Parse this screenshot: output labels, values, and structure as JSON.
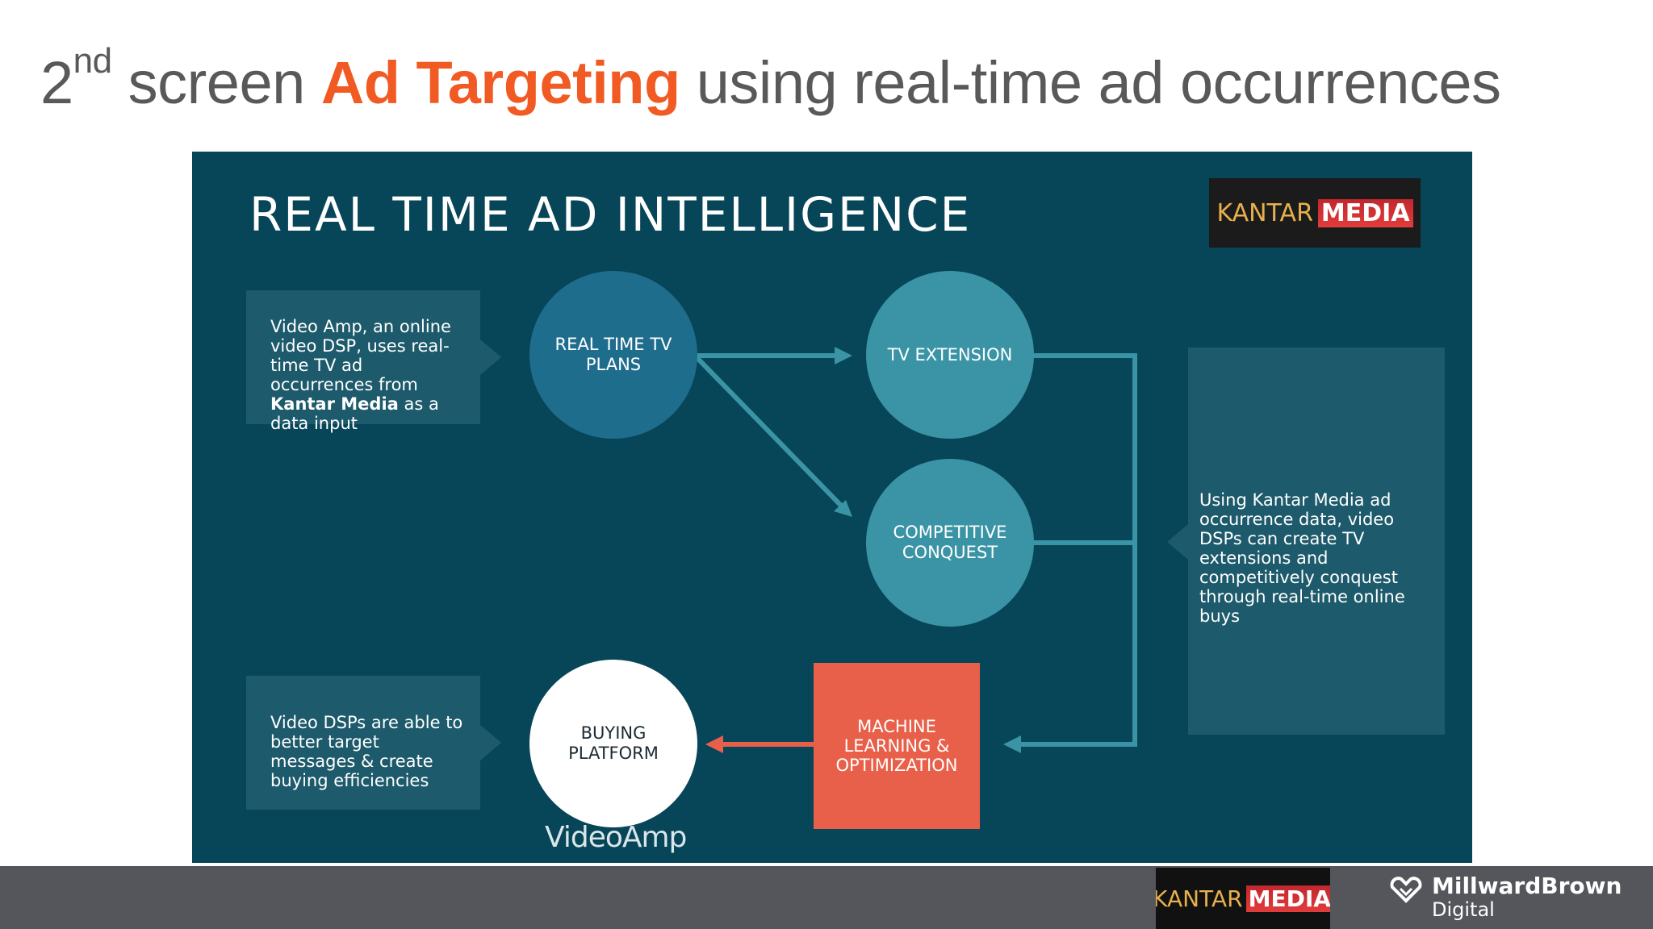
{
  "slide": {
    "title": {
      "ordinal": "2",
      "ordinal_suffix": "nd",
      "word_screen": " screen ",
      "highlight": "Ad Targeting",
      "rest": " using real-time ad occurrences"
    }
  },
  "diagram": {
    "panel_title": "REAL TIME AD INTELLIGENCE",
    "logo": {
      "kantar": "KANTAR",
      "media": "MEDIA"
    },
    "left_top_box": {
      "pre": "Video Amp, an online video DSP, uses real-time TV ad occurrences from ",
      "bold1": "Kantar Media",
      "post": " as a data input"
    },
    "left_bottom_box": "Video DSPs are able to better target messages & create buying efficiencies",
    "right_box": "Using Kantar Media ad occurrence data, video DSPs can create TV extensions and competitively conquest through real-time online buys",
    "nodes": {
      "real_time_tv_plans": "REAL TIME TV PLANS",
      "tv_extension": "TV EXTENSION",
      "competitive_conquest": "COMPETITIVE CONQUEST",
      "buying_platform": "BUYING PLATFORM",
      "machine_learning": "MACHINE LEARNING & OPTIMIZATION"
    },
    "videoamp_logo": "VideoAmp",
    "colors": {
      "panel_bg": "#074558",
      "box_bg": "#1d5a6b",
      "node_dark": "#1f6d8d",
      "node_teal": "#3a94a5",
      "node_white": "#ffffff",
      "square_orange": "#e8604a",
      "arrow_teal": "#3a94a5",
      "arrow_orange": "#e8604a",
      "title_accent": "#f15a22"
    }
  },
  "footer": {
    "kantar": "KANTAR",
    "media": "MEDIA",
    "mb_name": "MillwardBrown",
    "mb_sub": "Digital"
  }
}
